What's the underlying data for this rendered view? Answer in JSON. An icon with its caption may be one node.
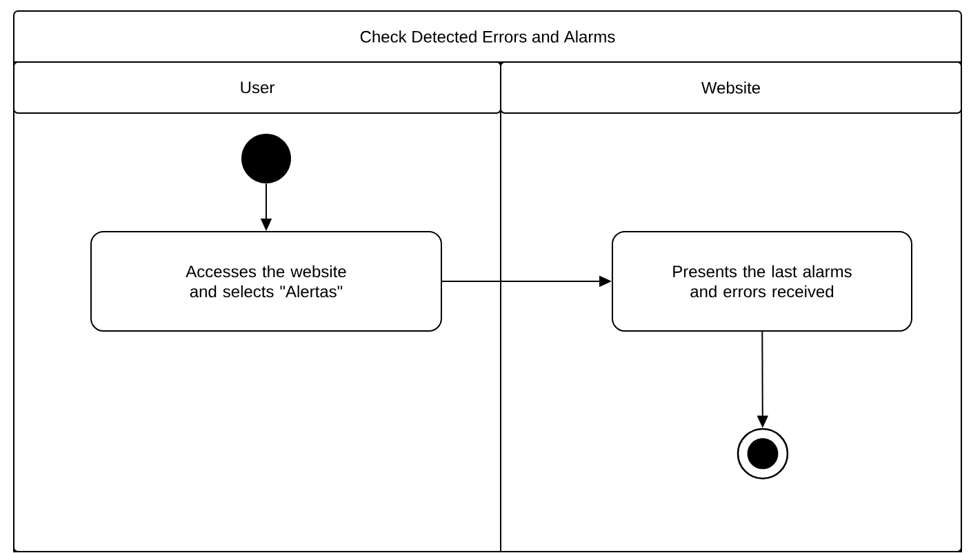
{
  "diagram": {
    "nodes": [
      {
        "text": [
          "Check Detected Errors and Alarms"
        ]
      },
      {
        "text": [
          "User"
        ],
        "in": 0
      },
      {
        "text": [
          "Website"
        ],
        "in": 0
      },
      {
        "text": [],
        "shape": "circle",
        "in": 1
      },
      {
        "text": [
          "Accesses the website and selects  \"Alertas\""
        ],
        "in": 1
      },
      {
        "text": [
          "Presents the last alarms and errors received"
        ],
        "in": 2
      },
      {
        "text": [],
        "shape": "circle",
        "in": 2
      }
    ],
    "edges": [
      {
        "from": 3,
        "to": 4,
        "arrow": "to"
      },
      {
        "from": 4,
        "to": 5,
        "arrow": "to"
      },
      {
        "from": 5,
        "to": 6,
        "arrow": "to"
      }
    ]
  }
}
